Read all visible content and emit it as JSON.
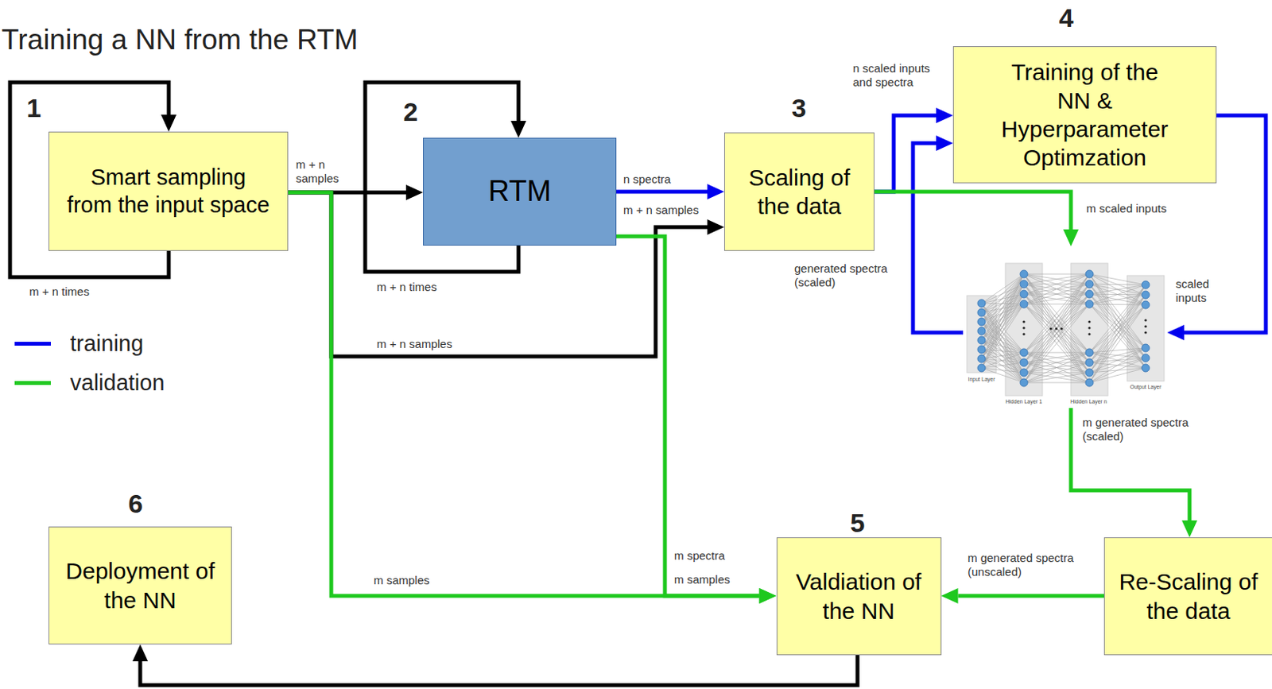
{
  "diagram": {
    "title": "Training a NN from the RTM",
    "nodes": [
      {
        "text": [
          "Smart sampling from the input space"
        ]
      },
      {
        "text": [
          "RTM"
        ]
      },
      {
        "text": [
          "Scaling of the data"
        ]
      },
      {
        "text": [
          "Training of the NN & Hyperparameter Optimzation"
        ]
      },
      {
        "text": [
          "Input Layer",
          "Hidden Layer 1",
          "Hidden Layer n",
          "Output Layer"
        ]
      },
      {
        "text": [
          "Deployment of the NN"
        ]
      },
      {
        "text": [
          "Valdiation of the NN"
        ]
      },
      {
        "text": [
          "Re-Scaling of the data"
        ]
      }
    ],
    "edges": [
      {
        "from": 0,
        "to": 0,
        "arrow": "to",
        "label": "m + n times"
      },
      {
        "from": 1,
        "to": 1,
        "arrow": "to",
        "label": "m + n times"
      },
      {
        "from": 0,
        "to": 1,
        "arrow": "to",
        "label": "m + n samples"
      },
      {
        "from": 1,
        "to": 2,
        "arrow": "to",
        "label": "n spectra"
      },
      {
        "from": 0,
        "to": 2,
        "arrow": "to",
        "label": "m + n samples"
      },
      {
        "from": 2,
        "to": 3,
        "arrow": "to",
        "label": "n scaled inputs and spectra"
      },
      {
        "from": 4,
        "to": 3,
        "arrow": "to"
      },
      {
        "from": 3,
        "to": 4,
        "arrow": "to"
      },
      {
        "from": 2,
        "to": 4,
        "arrow": "to",
        "label": "m scaled inputs"
      },
      {
        "from": 4,
        "to": 7,
        "arrow": "to",
        "label": "m generated spectra (scaled)"
      },
      {
        "from": 7,
        "to": 6,
        "arrow": "to",
        "label": "m generated spectra (unscaled)"
      },
      {
        "from": 0,
        "to": 6,
        "arrow": "to",
        "label": "m samples"
      },
      {
        "from": 1,
        "to": 6,
        "arrow": "to",
        "label": "m spectra"
      },
      {
        "from": 6,
        "to": 5,
        "arrow": "to"
      }
    ],
    "labels": [
      "1",
      "2",
      "3",
      "4",
      "5",
      "6",
      "m + n samples",
      "m samples",
      "generated spectra (scaled)",
      "scaled inputs"
    ],
    "legend": [
      {
        "text": "training"
      },
      {
        "text": "validation"
      }
    ]
  }
}
